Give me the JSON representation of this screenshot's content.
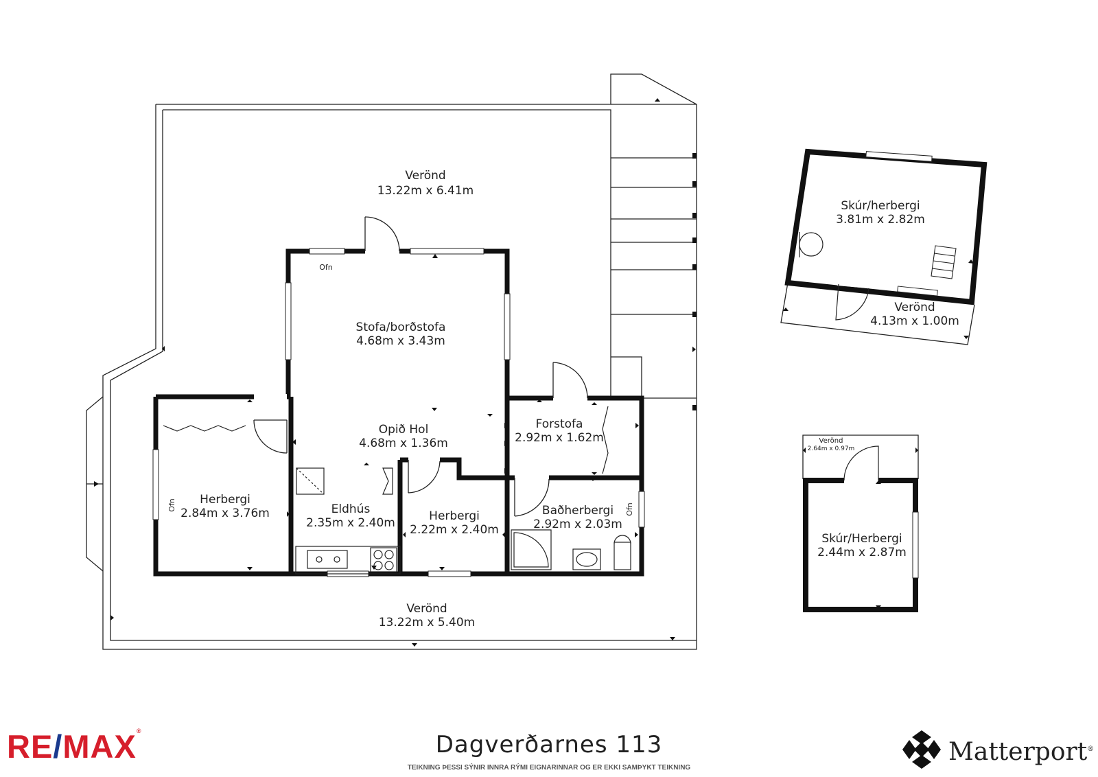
{
  "title": "Dagverðarnes 113",
  "disclaimer": "TEIKNING ÞESSI SÝNIR INNRA RÝMI EIGNARINNAR OG ER EKKI SAMÞYKT TEIKNING",
  "brand_left": {
    "re": "RE",
    "slash": "/",
    "max": "MAX",
    "reg": "®"
  },
  "brand_right": {
    "name": "Matterport",
    "reg": "®",
    "icon": "matterport-logo-icon"
  },
  "colors": {
    "wall": "#111111",
    "line": "#222222",
    "brand_red": "#d61e2b",
    "brand_blue": "#1a3a8e"
  },
  "rooms": {
    "verond_top": {
      "name": "Verönd",
      "dims": "13.22m x 6.41m"
    },
    "stofa": {
      "name": "Stofa/borðstofa",
      "dims": "4.68m x 3.43m"
    },
    "opid_hol": {
      "name": "Opið Hol",
      "dims": "4.68m x 1.36m"
    },
    "forstofa": {
      "name": "Forstofa",
      "dims": "2.92m x 1.62m"
    },
    "herbergi_left": {
      "name": "Herbergi",
      "dims": "2.84m x 3.76m"
    },
    "eldhus": {
      "name": "Eldhús",
      "dims": "2.35m x 2.40m"
    },
    "herbergi_mid": {
      "name": "Herbergi",
      "dims": "2.22m x 2.40m"
    },
    "badherbergi": {
      "name": "Baðherbergi",
      "dims": "2.92m x 2.03m"
    },
    "verond_bottom": {
      "name": "Verönd",
      "dims": "13.22m x 5.40m"
    },
    "skur_top": {
      "name": "Skúr/herbergi",
      "dims": "3.81m x 2.82m"
    },
    "verond_skur": {
      "name": "Verönd",
      "dims": "4.13m x 1.00m"
    },
    "verond_small": {
      "name": "Verönd",
      "dims": "2.64m x 0.97m"
    },
    "skur_bottom": {
      "name": "Skúr/Herbergi",
      "dims": "2.44m x 2.87m"
    }
  },
  "fixtures": {
    "ofn": "Ofn"
  }
}
